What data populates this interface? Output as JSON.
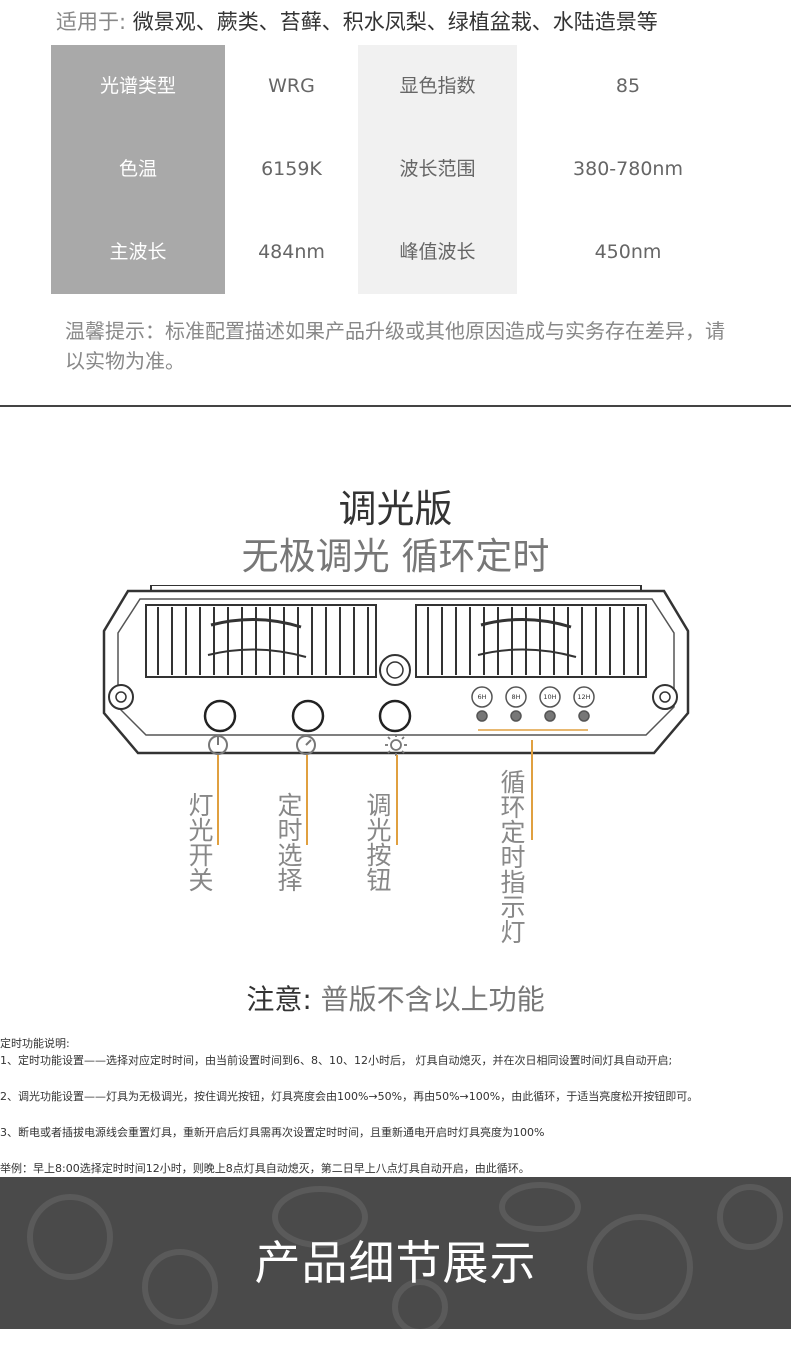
{
  "applicable": {
    "label": "适用于:",
    "text": "微景观、蕨类、苔藓、积水凤梨、绿植盆栽、水陆造景等"
  },
  "specs": [
    {
      "k1": "光谱类型",
      "v1": "WRG",
      "k2": "显色指数",
      "v2": "85"
    },
    {
      "k1": "色温",
      "v1": "6159K",
      "k2": "波长范围",
      "v2": "380-780nm"
    },
    {
      "k1": "主波长",
      "v1": "484nm",
      "k2": "峰值波长",
      "v2": "450nm"
    }
  ],
  "tip": "温馨提示：标准配置描述如果产品升级或其他原因造成与实务存在差异，请以实物为准。",
  "dimming": {
    "title": "调光版",
    "subtitle": "无极调光 循环定时"
  },
  "indicators": [
    "6H",
    "8H",
    "10H",
    "12H"
  ],
  "callouts": {
    "power": "灯光开关",
    "timer": "定时选择",
    "dimmer": "调光按钮",
    "cycle": "循环定时指示灯"
  },
  "notice": {
    "strong": "注意:",
    "text": "普版不含以上功能"
  },
  "notes": [
    "定时功能说明:",
    "1、定时功能设置——选择对应定时时间，由当前设置时间到6、8、10、12小时后， 灯具自动熄灭，并在次日相同设置时间灯具自动开启;",
    "2、调光功能设置——灯具为无极调光，按住调光按钮，灯具亮度会由100%→50%，再由50%→100%，由此循环，于适当亮度松开按钮即可。",
    "3、断电或者插拔电源线会重置灯具，重新开启后灯具需再次设置定时时间，且重新通电开启时灯具亮度为100%",
    "举例：早上8:00选择定时时间12小时，则晚上8点灯具自动熄灭，第二日早上八点灯具自动开启，由此循环。"
  ],
  "footer": {
    "title": "产品细节展示"
  },
  "colors": {
    "accent_line": "#e0a040",
    "key_gray": "#a9a9a9",
    "key_light": "#f1f1f1",
    "footer_bg": "#4a4a4a"
  }
}
